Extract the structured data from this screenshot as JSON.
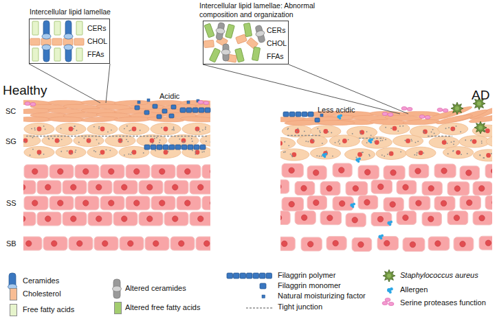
{
  "diagram": {
    "nodes": [
      {
        "text": [
          "Intercellular lipid lamellae",
          "CERs",
          "CHOL",
          "FFAs"
        ]
      },
      {
        "text": [
          "Intercellular lipid lamellae: Abnormal composition and organization",
          "CERs",
          "CHOL",
          "FFAs"
        ]
      }
    ],
    "labels": [
      "Healthy",
      "AD",
      "SC",
      "SG",
      "SS",
      "SB",
      "Acidic",
      "Less acidic"
    ],
    "legend": [
      {
        "text": "Ceramides"
      },
      {
        "text": "Cholesterol",
        "color": "#f8bd94"
      },
      {
        "text": "Free fatty acids",
        "color": "#e6f4cc"
      },
      {
        "text": "Altered ceramides"
      },
      {
        "text": "Altered free fatty acids",
        "color": "#a3cd6f"
      },
      {
        "text": "Filaggrin polymer"
      },
      {
        "text": "Filaggrin monomer"
      },
      {
        "text": "Natural moisturizing factor"
      },
      {
        "text": "Tight junction"
      },
      {
        "text": "Staphylococcus aureus"
      },
      {
        "text": "Allergen"
      },
      {
        "text": "Serine proteases function"
      }
    ]
  }
}
